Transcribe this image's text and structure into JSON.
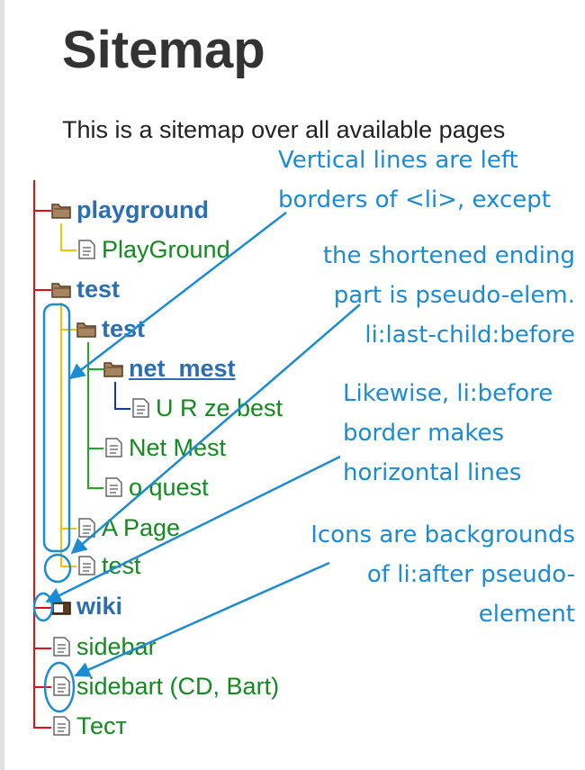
{
  "page": {
    "title": "Sitemap",
    "intro": "This is a sitemap over all available pages"
  },
  "tree": {
    "playground": "playground",
    "playground_page": "PlayGround",
    "test": "test",
    "test_sub": "test",
    "net_mest": "net_mest",
    "ur_ze_best": "U R ze best",
    "net_mest_page": "Net Mest",
    "o_quest": "o quest",
    "a_page": "A Page",
    "test_page": "test",
    "wiki": "wiki",
    "sidebar": "sidebar",
    "sidebart": "sidebart (CD, Bart)",
    "test_cyr": "Тест"
  },
  "annotations": {
    "n1_line1": "Vertical lines are left",
    "n1_line2": "borders of <li>, except",
    "n2_line1": "the shortened ending",
    "n2_line2": "part is pseudo-elem.",
    "n2_line3": "li:last-child:before",
    "n3_line1": "Likewise, li:before",
    "n3_line2": "border makes",
    "n3_line3": "horizontal lines",
    "n4_line1": "Icons are backgrounds",
    "n4_line2": "of li:after pseudo-",
    "n4_line3": "element"
  },
  "colors": {
    "namespace_text": "#2b6fb0",
    "page_text": "#138a1f",
    "annotation": "#1a8bd4",
    "line_root": "#dd1111",
    "line_playground": "#f0c400",
    "line_test": "#f0c400",
    "line_test_sub": "#1faa1f",
    "line_net_mest": "#1133cc"
  },
  "icons": [
    "folder-icon",
    "page-icon",
    "folder-closed-icon"
  ]
}
